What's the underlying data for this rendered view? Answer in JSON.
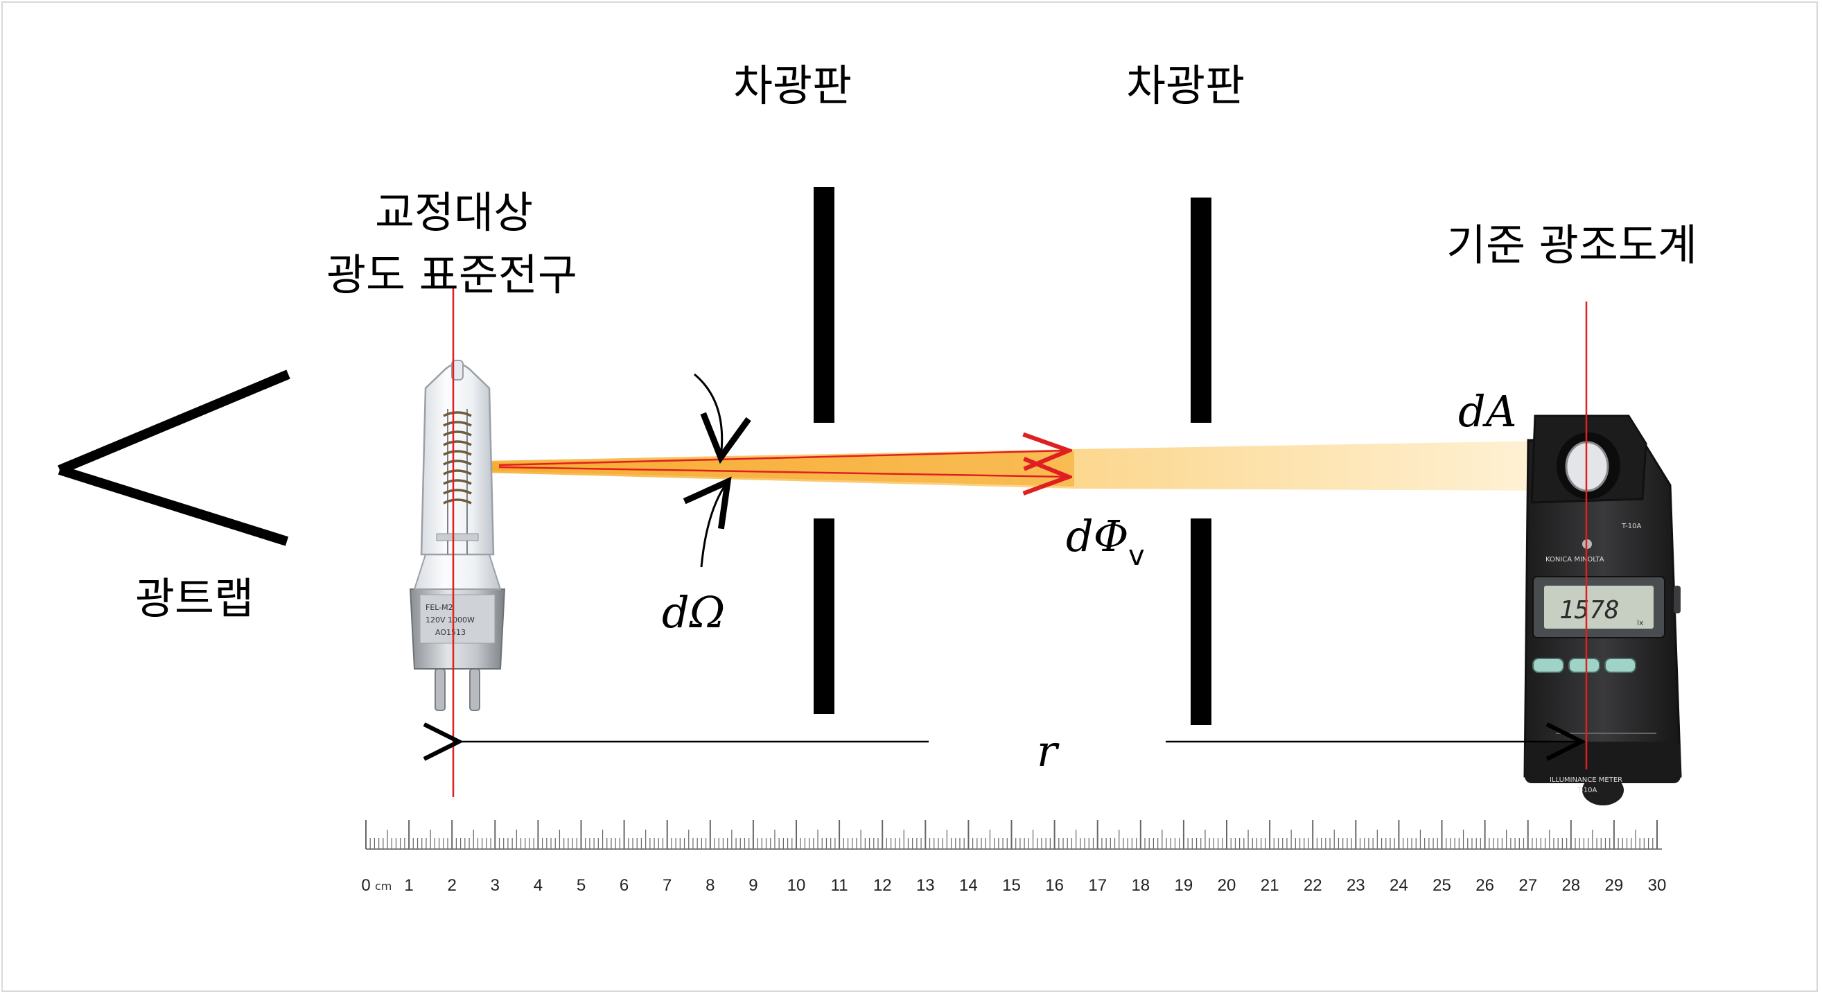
{
  "labels": {
    "shield_1": "차광판",
    "shield_2": "차광판",
    "lamp_line1": "교정대상",
    "lamp_line2": "광도 표준전구",
    "meter": "기준 광조도계",
    "trap": "광트랩",
    "solid_angle": "dΩ",
    "area": "dA",
    "flux_main": "dΦ",
    "flux_sub": "v",
    "distance": "r"
  },
  "lamp_markings": [
    "FEL-M2",
    "120V 1000W",
    "AO1513"
  ],
  "meter_markings": {
    "display": "1578",
    "unit": "lx",
    "brand": "KONICA MINOLTA",
    "model_top": "T-10A",
    "bottom_line1": "ILLUMINANCE METER",
    "bottom_line2": "T-10A"
  },
  "ruler": {
    "unit": "cm",
    "labels": [
      "0",
      "1",
      "2",
      "3",
      "4",
      "5",
      "6",
      "7",
      "8",
      "9",
      "10",
      "11",
      "12",
      "13",
      "14",
      "15",
      "16",
      "17",
      "18",
      "19",
      "20",
      "21",
      "22",
      "23",
      "24",
      "25",
      "26",
      "27",
      "28",
      "29",
      "30"
    ]
  },
  "colors": {
    "beam": "#fbd78a",
    "axis_line": "#e02020",
    "shield": "#000000",
    "meter_body": "#2b2b2b"
  },
  "icons": [
    "light-trap-icon",
    "lamp-bulb-icon",
    "illuminance-meter-icon",
    "ruler-icon"
  ]
}
